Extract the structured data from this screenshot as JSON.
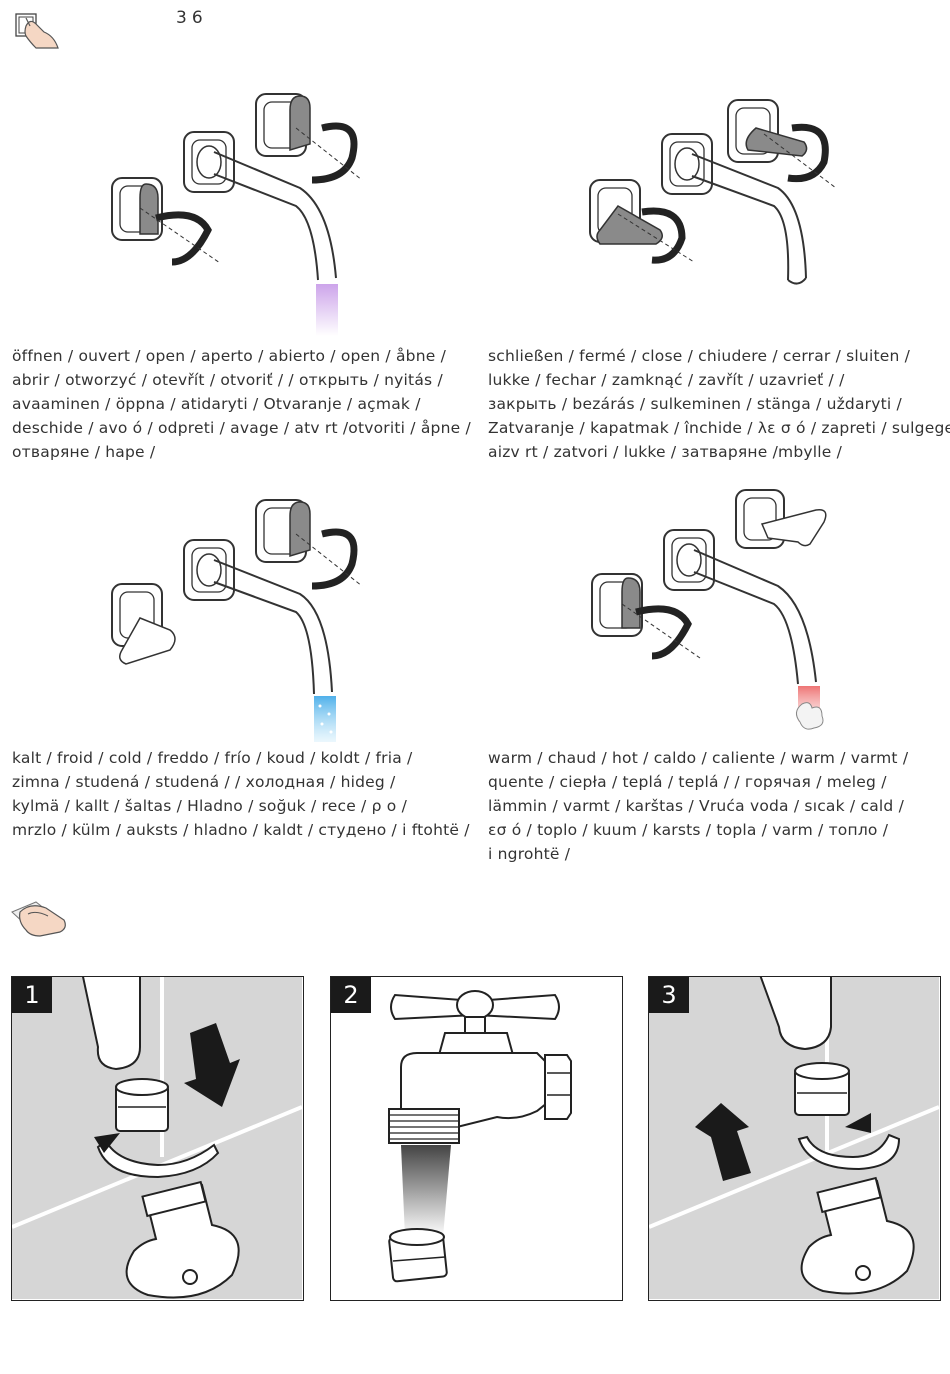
{
  "page": {
    "number": "36"
  },
  "icons": {
    "hand_top": "hand-touch-icon",
    "hand_mid": "hand-wipe-icon"
  },
  "sections": {
    "open": {
      "lines": [
        "öffnen / ouvert / open / aperto / abierto / open / åbne /",
        "abrir / otworzyć / otevřít / otvoriť /     / открыть / nyitás /",
        "avaaminen / öppna / atidaryti / Otvaranje / açmak /",
        "deschide / avo     ό / odpreti / avage / atv   rt /otvoriti / åpne /",
        "отваряне / hape /"
      ]
    },
    "close": {
      "lines": [
        "schließen / fermé / close / chiudere / cerrar / sluiten /",
        "lukke / fechar / zamknąć / zavřít / uzavrieť /      /",
        "закрыть / bezárás / sulkeminen / stänga / uždaryti /",
        "Zatvaranje / kapatmak / închide /   λε σ ό / zapreti / sulgege /",
        "aizv   rt / zatvori / lukke / затваряне /mbylle /"
      ]
    },
    "cold": {
      "lines": [
        "kalt / froid / cold / freddo / frío / koud / koldt / fria /",
        "zimna / studená / studená /      / холодная / hideg /",
        "kylmä / kallt / šaltas / Hladno / soğuk / rece /   ρ   ο /",
        "mrzlo / külm / auksts / hladno / kaldt / студено / i ftohtë /"
      ]
    },
    "warm": {
      "lines": [
        "warm / chaud / hot / caldo / caliente / warm / varmt /",
        "quente / ciepła / teplá / teplá /      / горячая / meleg /",
        "lämmin / varmt / karštas / Vruća voda / sıcak / cald /",
        "  εσ ό / toplo / kuum / karsts / topla / varm / топло /",
        "i ngrohtë /"
      ]
    }
  },
  "steps": [
    {
      "number": "1"
    },
    {
      "number": "2"
    },
    {
      "number": "3"
    }
  ],
  "colors": {
    "cold_stream": "#7cc8f0",
    "warm_stream": "#f08a8a",
    "open_stream": "#c79ae8",
    "wall": "#d6d6d6"
  }
}
